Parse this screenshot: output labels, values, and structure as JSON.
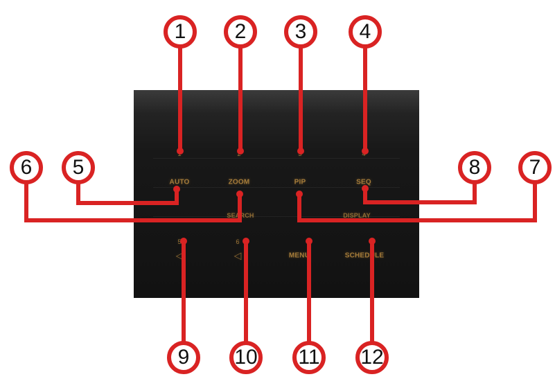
{
  "panel": {
    "labels": {
      "auto": "AUTO",
      "zoom": "ZOOM",
      "pip": "PIP",
      "seq": "SEQ",
      "search": "SEARCH",
      "display": "DISPLAY",
      "menu": "MENU",
      "schedule": "SCHEDULE",
      "num1": "1",
      "num2": "2",
      "num3": "3",
      "num4": "4",
      "num5": "5",
      "num6": "6"
    }
  },
  "callouts": [
    "1",
    "2",
    "3",
    "4",
    "5",
    "6",
    "7",
    "8",
    "9",
    "10",
    "11",
    "12"
  ],
  "colors": {
    "callout_border": "#d92323",
    "leader_line": "#d92323",
    "panel_label": "#f2b24d",
    "panel_bg": "#141414"
  }
}
